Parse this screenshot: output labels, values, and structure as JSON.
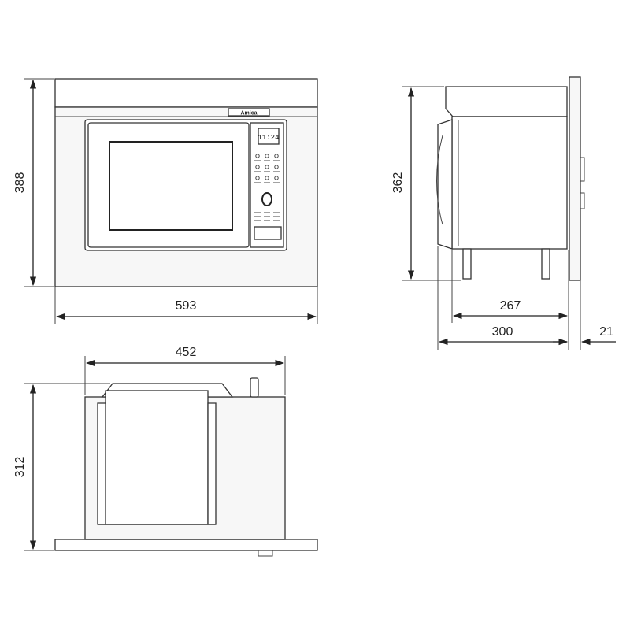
{
  "drawing": {
    "front_view": {
      "height_label": "388",
      "width_label": "593",
      "brand_label": "Amica",
      "display_text": "11:24"
    },
    "side_view": {
      "height_label": "362",
      "depth_inner_label": "267",
      "depth_label": "300",
      "offset_label": "21"
    },
    "top_view": {
      "width_label": "452",
      "height_label": "312"
    }
  }
}
